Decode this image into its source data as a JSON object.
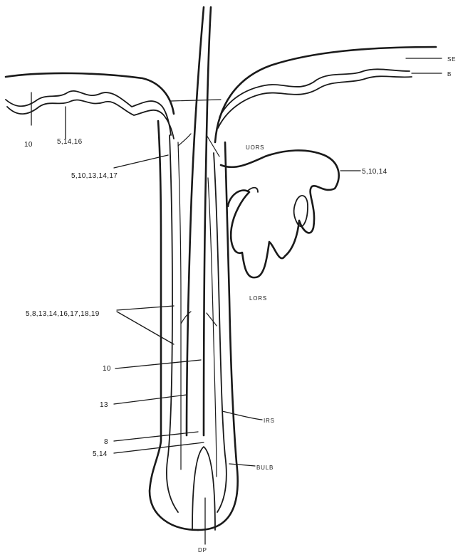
{
  "labels": {
    "epidermis_left": "10",
    "basal_left": "5,14,16",
    "ors_upper": "5,10,13,14,17",
    "sebaceous_gland": "5,10,14",
    "uors": "UORS",
    "lors": "LORS",
    "ors_lower": "5,8,13,14,16,17,18,19",
    "cortex": "10",
    "cuticle": "13",
    "medulla_a": "8",
    "medulla_b": "5,14",
    "irs": "IRS",
    "bulb": "BULB",
    "dermal_papilla": "DP",
    "se": "SE",
    "b": "B"
  }
}
